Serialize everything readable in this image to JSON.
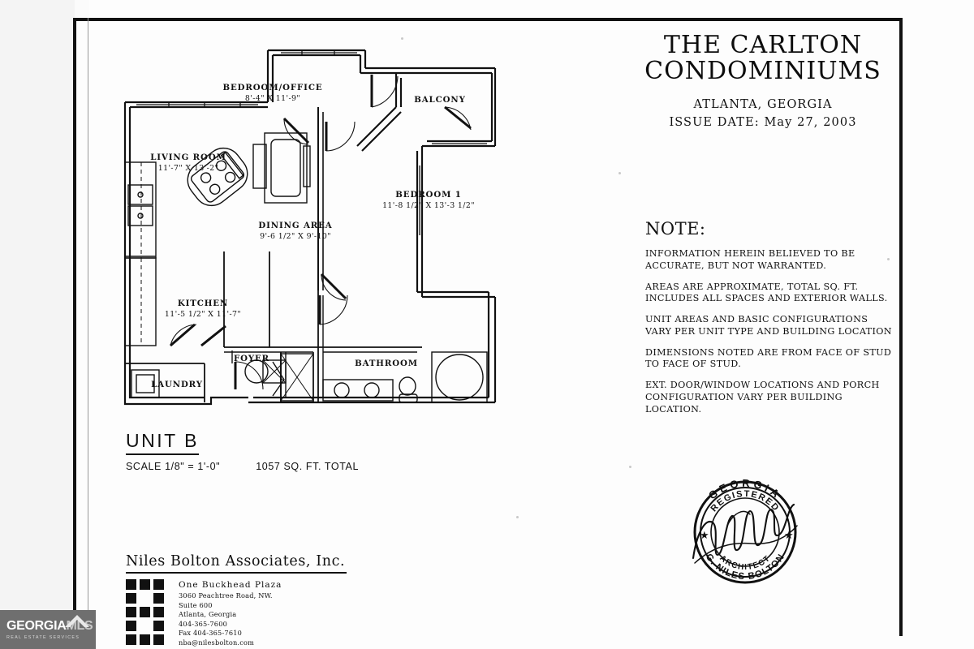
{
  "sheet": {
    "title_line1": "THE CARLTON",
    "title_line2": "CONDOMINIUMS",
    "location": "ATLANTA, GEORGIA",
    "issue_date": "ISSUE DATE: May 27, 2003"
  },
  "note": {
    "heading": "NOTE:",
    "paragraphs": [
      "INFORMATION HEREIN BELIEVED TO BE ACCURATE, BUT NOT WARRANTED.",
      "AREAS ARE APPROXIMATE, TOTAL SQ. FT. INCLUDES ALL SPACES AND EXTERIOR WALLS.",
      "UNIT AREAS AND BASIC CONFIGURATIONS VARY PER UNIT TYPE AND BUILDING LOCATION",
      "DIMENSIONS NOTED ARE FROM FACE OF STUD TO FACE OF STUD.",
      "EXT. DOOR/WINDOW LOCATIONS AND PORCH CONFIGURATION VARY PER BUILDING LOCATION."
    ]
  },
  "unit": {
    "name": "UNIT B",
    "scale": "SCALE 1/8\" = 1'-0\"",
    "area": "1057 SQ. FT. TOTAL"
  },
  "rooms": [
    {
      "name": "BEDROOM/OFFICE",
      "dim": "8'-4\" X 11'-9\""
    },
    {
      "name": "BALCONY",
      "dim": ""
    },
    {
      "name": "LIVING ROOM",
      "dim": "11'-7\" X 13'-2\""
    },
    {
      "name": "BEDROOM 1",
      "dim": "11'-8 1/2\" X 13'-3 1/2\""
    },
    {
      "name": "DINING AREA",
      "dim": "9'-6 1/2\" X 9'-10\""
    },
    {
      "name": "KITCHEN",
      "dim": "11'-5 1/2\" X 11'-7\""
    },
    {
      "name": "FOYER",
      "dim": ""
    },
    {
      "name": "BATHROOM",
      "dim": ""
    },
    {
      "name": "LAUNDRY",
      "dim": ""
    }
  ],
  "firm": {
    "name": "Niles Bolton Associates, Inc.",
    "address_line1": "One Buckhead Plaza",
    "address_line2": "3060 Peachtree Road, NW.",
    "address_line3": "Suite 600",
    "address_line4": "Atlanta, Georgia",
    "phone": "404-365-7600",
    "fax": "Fax 404-365-7610",
    "email": "nba@nilesbolton.com"
  },
  "seal": {
    "top_arc": "GEORGIA",
    "inner_arc": "REGISTERED",
    "bottom_inner": "ARCHITECT",
    "bottom_outer": "G. NILES BOLTON"
  },
  "watermark": {
    "brand_primary": "GEORGIA",
    "brand_secondary": "MLS",
    "tagline": "REAL ESTATE SERVICES",
    "bg_color": "#6f6f6f"
  }
}
